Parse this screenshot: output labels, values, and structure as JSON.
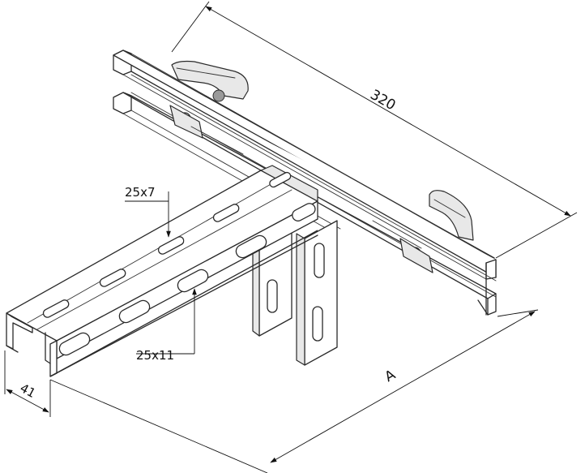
{
  "dimensions": {
    "length_label": "320",
    "width_label": "41",
    "depth_label": "A"
  },
  "callouts": {
    "slot_small": "25x7",
    "slot_large": "25x11"
  }
}
